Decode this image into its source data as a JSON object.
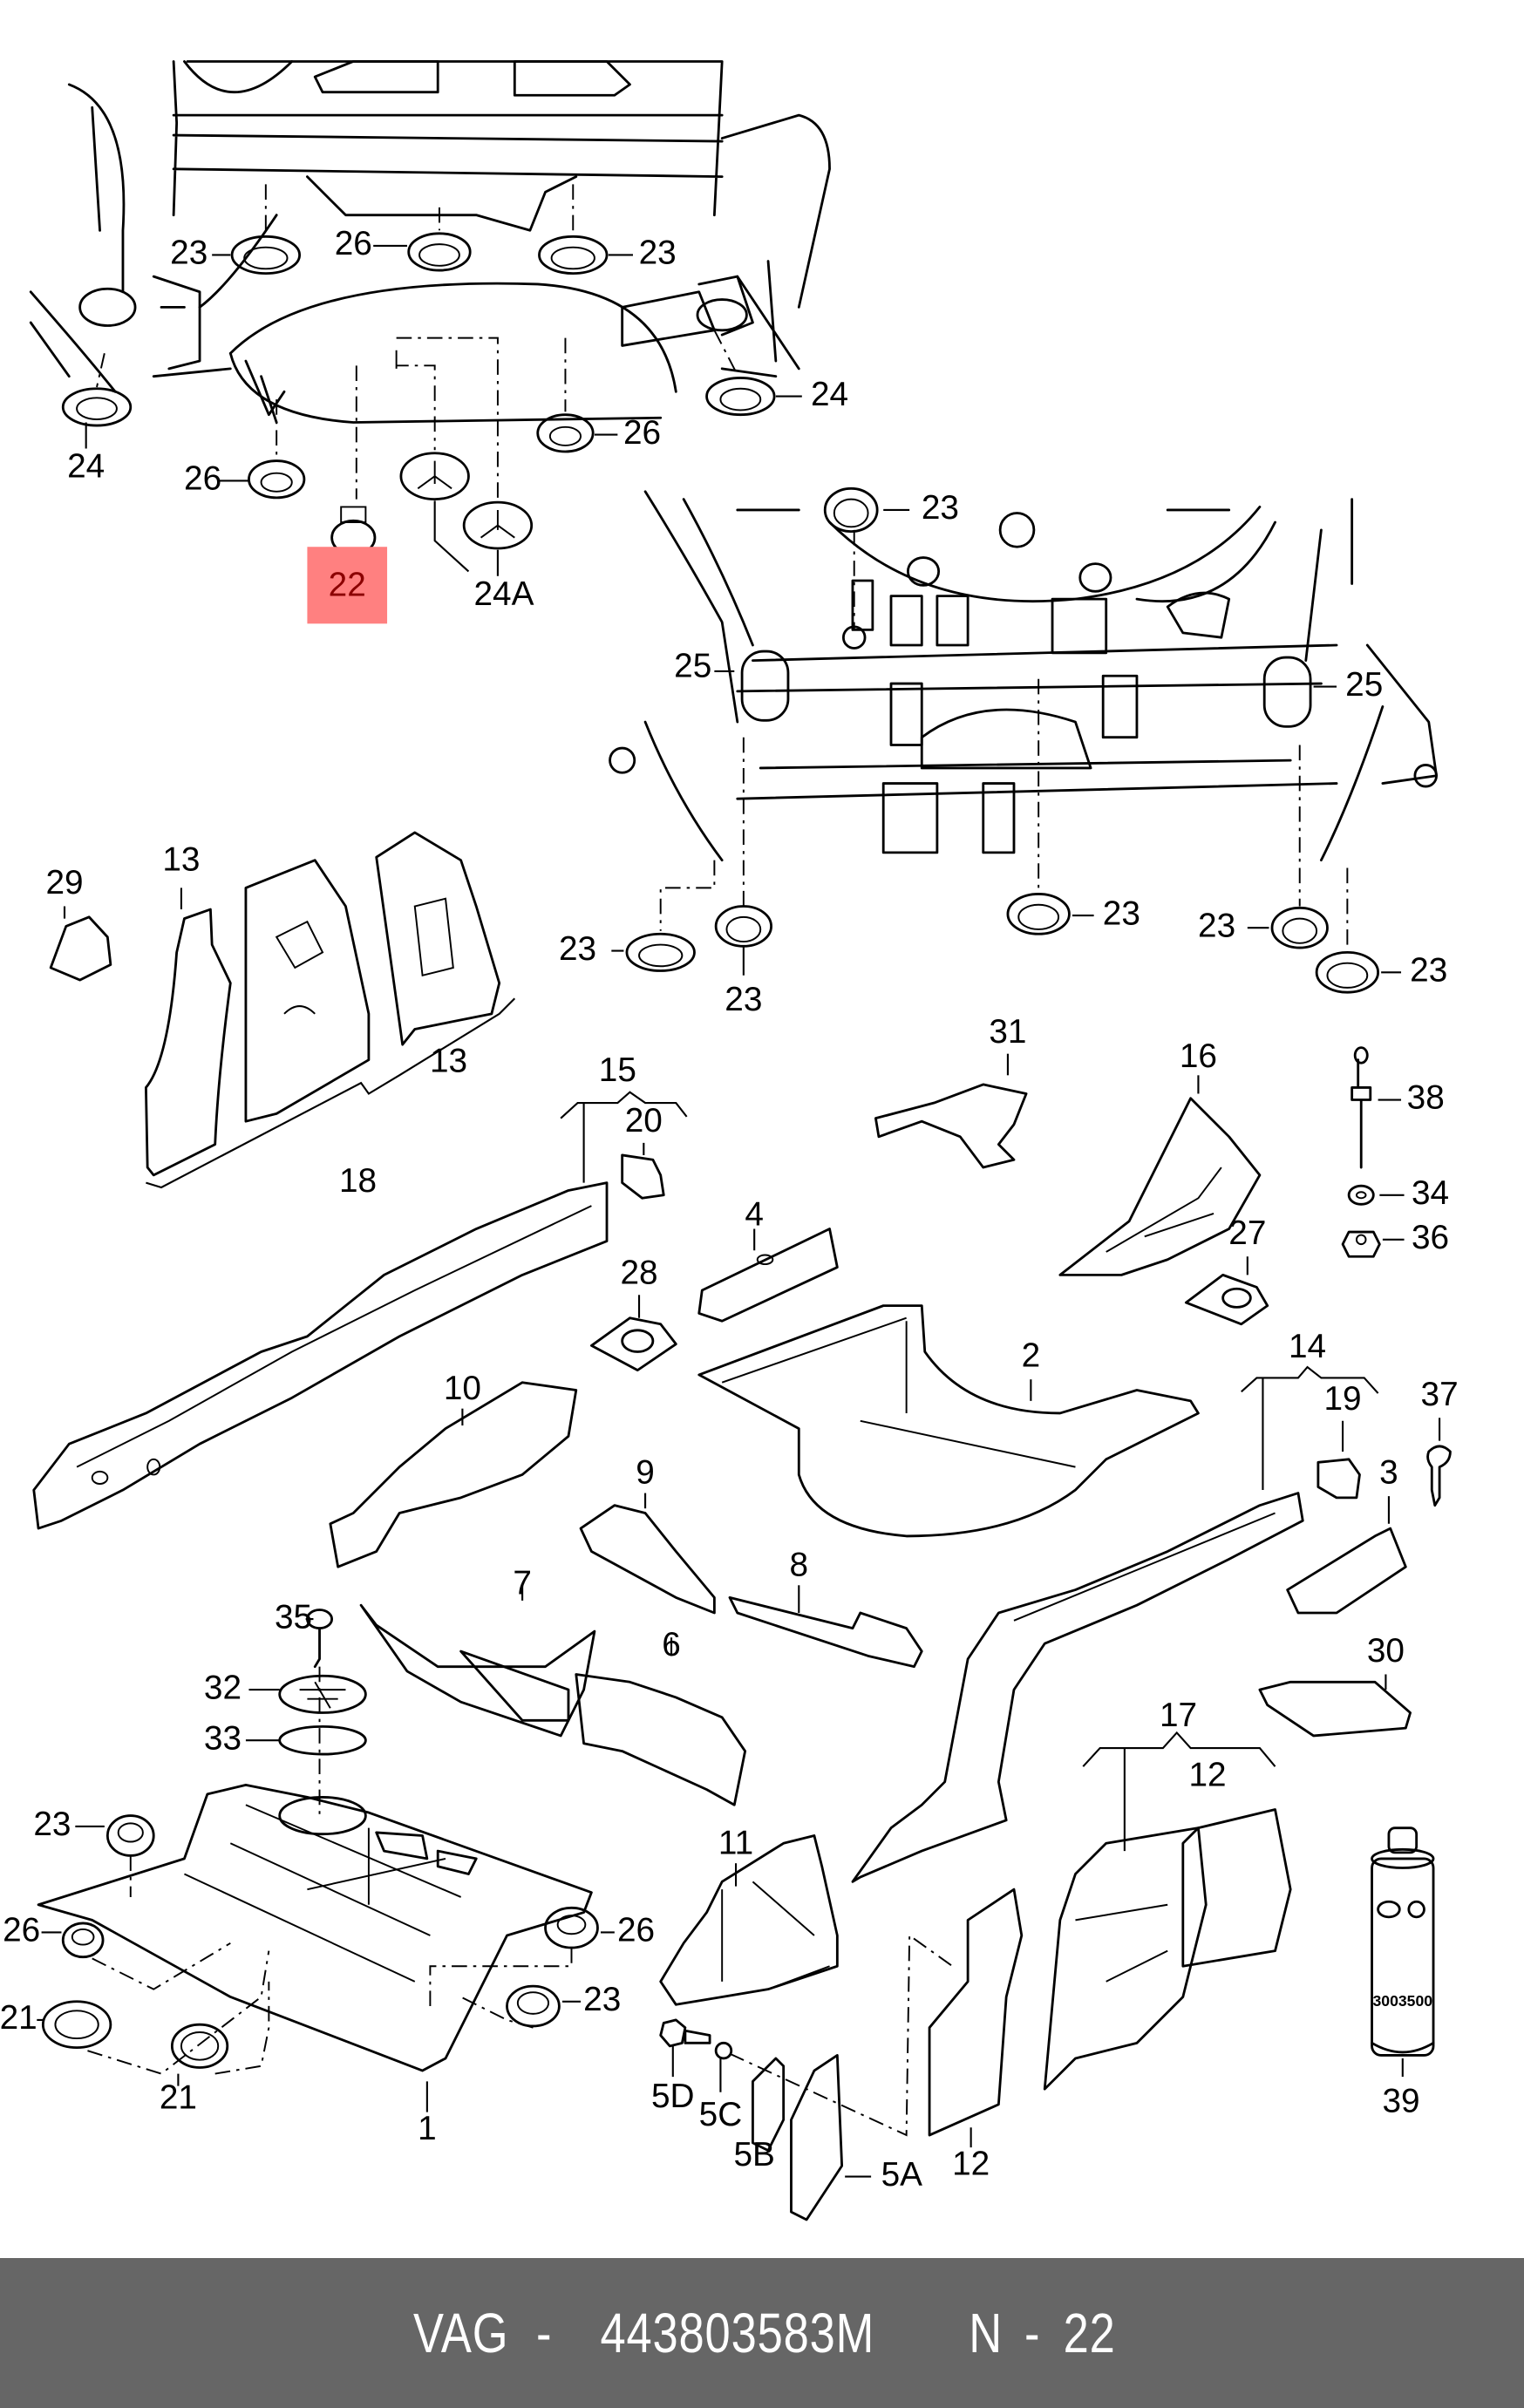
{
  "footer": {
    "brand": "VAG",
    "separator": "-",
    "part_number": "443803583M",
    "position_label": "N",
    "position_number": "22"
  },
  "highlight": {
    "callout": "22",
    "color": "#ff8080"
  },
  "can_label": "3003500",
  "callouts": [
    {
      "id": "c23a",
      "label": "23"
    },
    {
      "id": "c26a",
      "label": "26"
    },
    {
      "id": "c23b",
      "label": "23"
    },
    {
      "id": "c24a",
      "label": "24"
    },
    {
      "id": "c26b",
      "label": "26"
    },
    {
      "id": "c22",
      "label": "22"
    },
    {
      "id": "c24A",
      "label": "24A"
    },
    {
      "id": "c26c",
      "label": "26"
    },
    {
      "id": "c24b",
      "label": "24"
    },
    {
      "id": "c23c",
      "label": "23"
    },
    {
      "id": "c25a",
      "label": "25"
    },
    {
      "id": "c25b",
      "label": "25"
    },
    {
      "id": "c23d",
      "label": "23"
    },
    {
      "id": "c23e",
      "label": "23"
    },
    {
      "id": "c23f",
      "label": "23"
    },
    {
      "id": "c23g",
      "label": "23"
    },
    {
      "id": "c23h",
      "label": "23"
    },
    {
      "id": "c29",
      "label": "29"
    },
    {
      "id": "c13a",
      "label": "13"
    },
    {
      "id": "c13b",
      "label": "13"
    },
    {
      "id": "c18",
      "label": "18"
    },
    {
      "id": "c15",
      "label": "15"
    },
    {
      "id": "c20",
      "label": "20"
    },
    {
      "id": "c4",
      "label": "4"
    },
    {
      "id": "c28",
      "label": "28"
    },
    {
      "id": "c10",
      "label": "10"
    },
    {
      "id": "c9",
      "label": "9"
    },
    {
      "id": "c8",
      "label": "8"
    },
    {
      "id": "c7",
      "label": "7"
    },
    {
      "id": "c6",
      "label": "6"
    },
    {
      "id": "c31",
      "label": "31"
    },
    {
      "id": "c16",
      "label": "16"
    },
    {
      "id": "c38",
      "label": "38"
    },
    {
      "id": "c34",
      "label": "34"
    },
    {
      "id": "c36",
      "label": "36"
    },
    {
      "id": "c27",
      "label": "27"
    },
    {
      "id": "c2",
      "label": "2"
    },
    {
      "id": "c14",
      "label": "14"
    },
    {
      "id": "c19",
      "label": "19"
    },
    {
      "id": "c37",
      "label": "37"
    },
    {
      "id": "c3",
      "label": "3"
    },
    {
      "id": "c30",
      "label": "30"
    },
    {
      "id": "c17",
      "label": "17"
    },
    {
      "id": "c12a",
      "label": "12"
    },
    {
      "id": "c35",
      "label": "35"
    },
    {
      "id": "c32",
      "label": "32"
    },
    {
      "id": "c33",
      "label": "33"
    },
    {
      "id": "c23i",
      "label": "23"
    },
    {
      "id": "c26d",
      "label": "26"
    },
    {
      "id": "c21a",
      "label": "21"
    },
    {
      "id": "c21b",
      "label": "21"
    },
    {
      "id": "c1",
      "label": "1"
    },
    {
      "id": "c26e",
      "label": "26"
    },
    {
      "id": "c23j",
      "label": "23"
    },
    {
      "id": "c11",
      "label": "11"
    },
    {
      "id": "c5D",
      "label": "5D"
    },
    {
      "id": "c5C",
      "label": "5C"
    },
    {
      "id": "c5B",
      "label": "5B"
    },
    {
      "id": "c5A",
      "label": "5A"
    },
    {
      "id": "c12b",
      "label": "12"
    },
    {
      "id": "c39",
      "label": "39"
    }
  ]
}
